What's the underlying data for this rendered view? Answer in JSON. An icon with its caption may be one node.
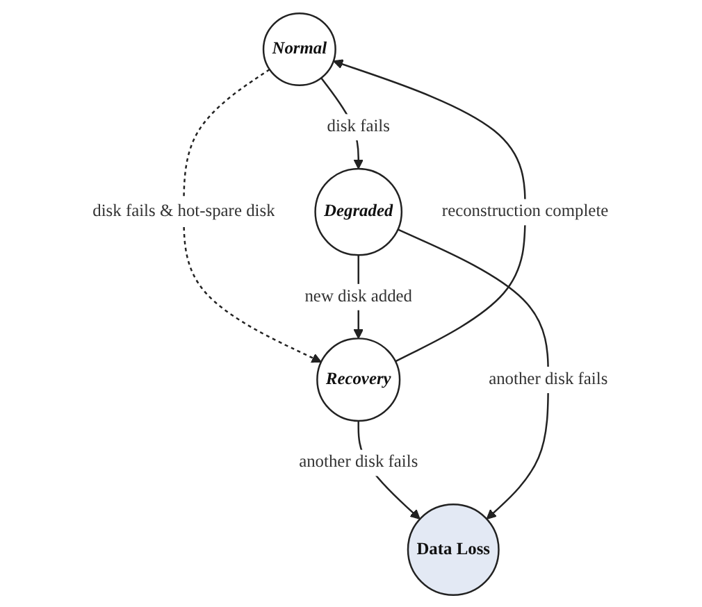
{
  "diagram": {
    "nodes": [
      {
        "text": [
          "Normal"
        ]
      },
      {
        "text": [
          "Degraded"
        ]
      },
      {
        "text": [
          "Recovery"
        ]
      },
      {
        "text": [
          "Data Loss"
        ]
      }
    ],
    "edges": [
      {
        "from": 0,
        "to": 1,
        "arrow": "to",
        "label": "disk fails"
      },
      {
        "from": 0,
        "to": 2,
        "arrow": "to",
        "label": "disk fails & hot-spare disk",
        "style": "dashed"
      },
      {
        "from": 1,
        "to": 2,
        "arrow": "to",
        "label": "new disk added"
      },
      {
        "from": 2,
        "to": 0,
        "arrow": "to",
        "label": "reconstruction complete"
      },
      {
        "from": 2,
        "to": 3,
        "arrow": "to",
        "label": "another disk fails"
      },
      {
        "from": 1,
        "to": 3,
        "arrow": "to",
        "label": "another disk fails"
      }
    ]
  }
}
